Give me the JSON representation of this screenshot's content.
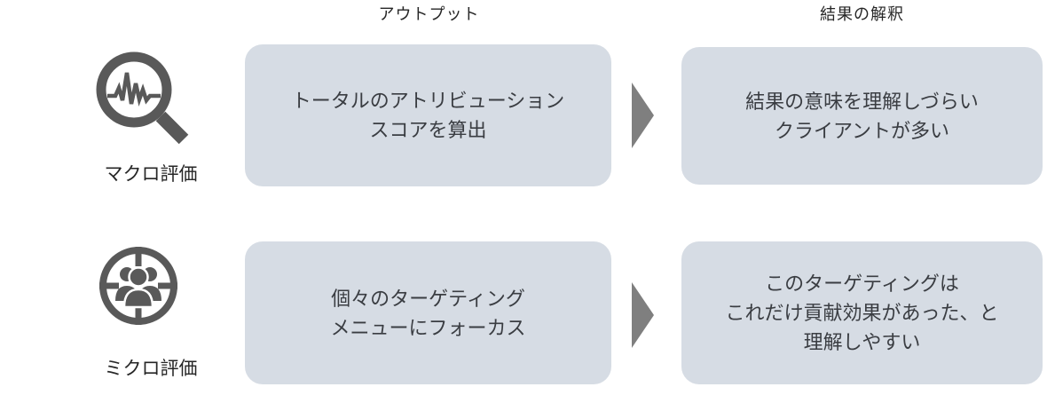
{
  "colors": {
    "background": "#ffffff",
    "box_fill": "#d6dce4",
    "box_text": "#3a3d42",
    "heading_text": "#262626",
    "icon": "#595959",
    "arrow": "#7f7f7f"
  },
  "column_headers": {
    "output": "アウトプット",
    "interpretation": "結果の解釈"
  },
  "rows": [
    {
      "id": "macro",
      "icon": "magnifier-waveform-icon",
      "label": "マクロ評価",
      "output_text": "トータルのアトリビューション\nスコアを算出",
      "interpretation_text": "結果の意味を理解しづらい\nクライアントが多い"
    },
    {
      "id": "micro",
      "icon": "target-people-icon",
      "label": "ミクロ評価",
      "output_text": "個々のターゲティング\nメニューにフォーカス",
      "interpretation_text": "このターゲティングは\nこれだけ貢献効果があった、と\n理解しやすい"
    }
  ]
}
